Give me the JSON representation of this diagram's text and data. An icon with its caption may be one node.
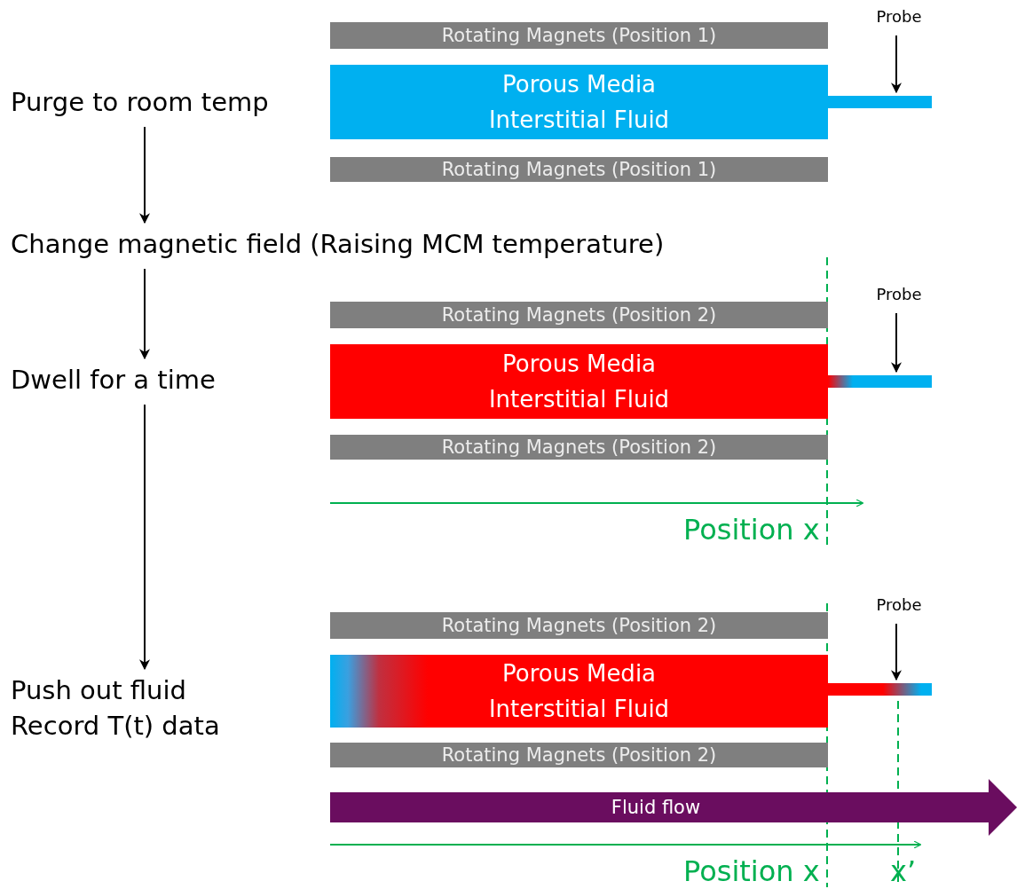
{
  "diagram": {
    "nodes": [
      {
        "text": [
          "Purge to room temp"
        ]
      },
      {
        "text": [
          "Change magnetic field (Raising MCM temperature)"
        ]
      },
      {
        "text": [
          "Dwell for a time"
        ]
      },
      {
        "text": [
          "Push out fluid",
          "Record T(t) data"
        ]
      },
      {
        "text": [
          "Rotating Magnets (Position 1)"
        ]
      },
      {
        "text": [
          "Porous Media Interstitial Fluid"
        ]
      },
      {
        "text": [
          "Rotating Magnets (Position 1)"
        ]
      },
      {
        "text": [
          "Probe"
        ]
      },
      {
        "text": [],
        "shape": "bar"
      },
      {
        "text": [
          "Rotating Magnets (Position 2)"
        ]
      },
      {
        "text": [
          "Porous Media Interstitial Fluid"
        ]
      },
      {
        "text": [
          "Rotating Magnets (Position 2)"
        ]
      },
      {
        "text": [
          "Probe"
        ]
      },
      {
        "text": [],
        "shape": "bar"
      },
      {
        "text": [
          "Rotating Magnets (Position 2)"
        ]
      },
      {
        "text": [
          "Porous Media Interstitial Fluid"
        ]
      },
      {
        "text": [
          "Rotating Magnets (Position 2)"
        ]
      },
      {
        "text": [
          "Probe"
        ]
      },
      {
        "text": [],
        "shape": "bar"
      },
      {
        "text": [
          "Fluid flow"
        ]
      }
    ],
    "edges": [
      {
        "from": 0,
        "to": 1,
        "arrow": "to"
      },
      {
        "from": 1,
        "to": 2,
        "arrow": "to"
      },
      {
        "from": 2,
        "to": 3,
        "arrow": "to"
      },
      {
        "from": 7,
        "to": 8,
        "arrow": "to"
      },
      {
        "from": 12,
        "to": 13,
        "arrow": "to"
      },
      {
        "from": 17,
        "to": 18,
        "arrow": "to"
      }
    ],
    "labels": [
      "Position x",
      "Position x",
      "x’"
    ]
  }
}
